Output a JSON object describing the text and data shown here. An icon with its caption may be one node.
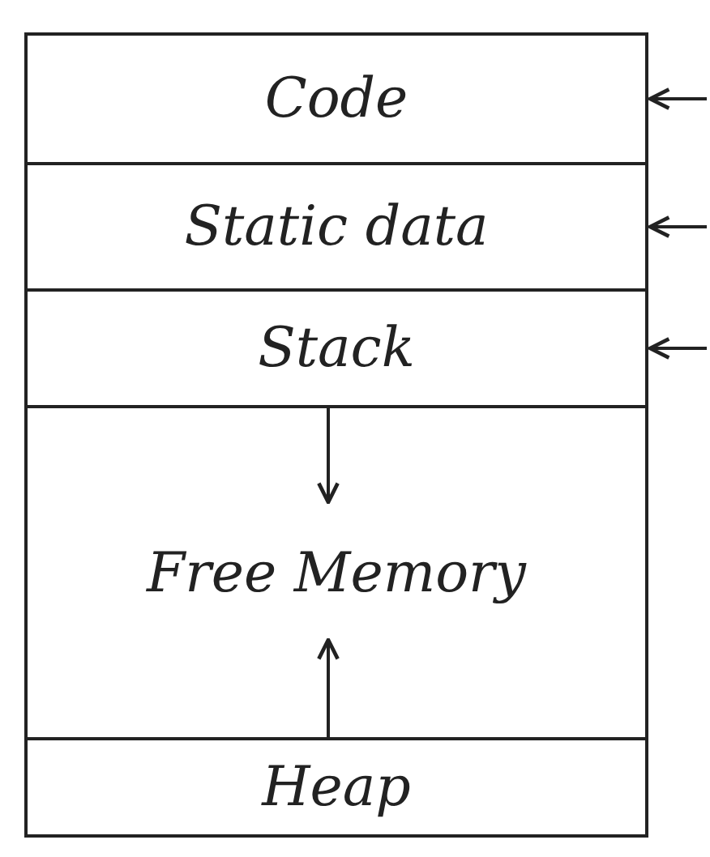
{
  "diagram": {
    "nodes": [
      {
        "text": [
          "Code"
        ]
      },
      {
        "text": [
          "Static data"
        ]
      },
      {
        "text": [
          "Stack"
        ]
      },
      {
        "text": [
          "Free Memory"
        ]
      },
      {
        "text": [
          "Heap"
        ]
      }
    ],
    "edges": [
      {
        "from": null,
        "to": 0,
        "arrow": "to"
      },
      {
        "from": null,
        "to": 1,
        "arrow": "to"
      },
      {
        "from": null,
        "to": 2,
        "arrow": "to"
      },
      {
        "from": 2,
        "to": 3,
        "arrow": "to"
      },
      {
        "from": 4,
        "to": 3,
        "arrow": "to"
      }
    ]
  }
}
